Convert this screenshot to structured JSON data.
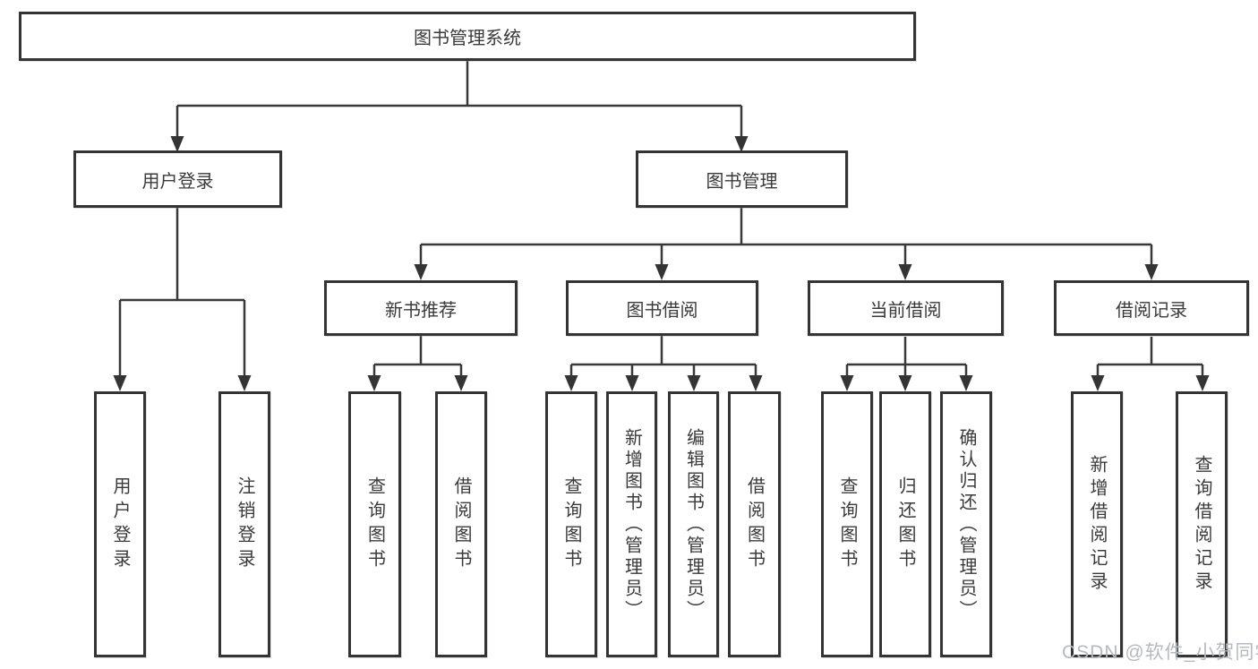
{
  "diagram": {
    "type": "org-tree",
    "tree": {
      "label": "图书管理系统",
      "children": [
        {
          "label": "用户登录",
          "children": [
            {
              "label": "用户登录"
            },
            {
              "label": "注销登录"
            }
          ]
        },
        {
          "label": "图书管理",
          "children": [
            {
              "label": "新书推荐",
              "children": [
                {
                  "label": "查询图书"
                },
                {
                  "label": "借阅图书"
                }
              ]
            },
            {
              "label": "图书借阅",
              "children": [
                {
                  "label": "查询图书"
                },
                {
                  "label": "新增图书（管理员）"
                },
                {
                  "label": "编辑图书（管理员）"
                },
                {
                  "label": "借阅图书"
                }
              ]
            },
            {
              "label": "当前借阅",
              "children": [
                {
                  "label": "查询图书"
                },
                {
                  "label": "归还图书"
                },
                {
                  "label": "确认归还（管理员）"
                }
              ]
            },
            {
              "label": "借阅记录",
              "children": [
                {
                  "label": "新增借阅记录"
                },
                {
                  "label": "查询借阅记录"
                }
              ]
            }
          ]
        }
      ]
    }
  },
  "watermark": {
    "text": "CSDN @软件_小贺同学"
  },
  "colors": {
    "box_border": "#343434",
    "connector_line": "#383838",
    "text": "#3a3a3a",
    "watermark": "#b6b9c0",
    "background": "#ffffff"
  }
}
